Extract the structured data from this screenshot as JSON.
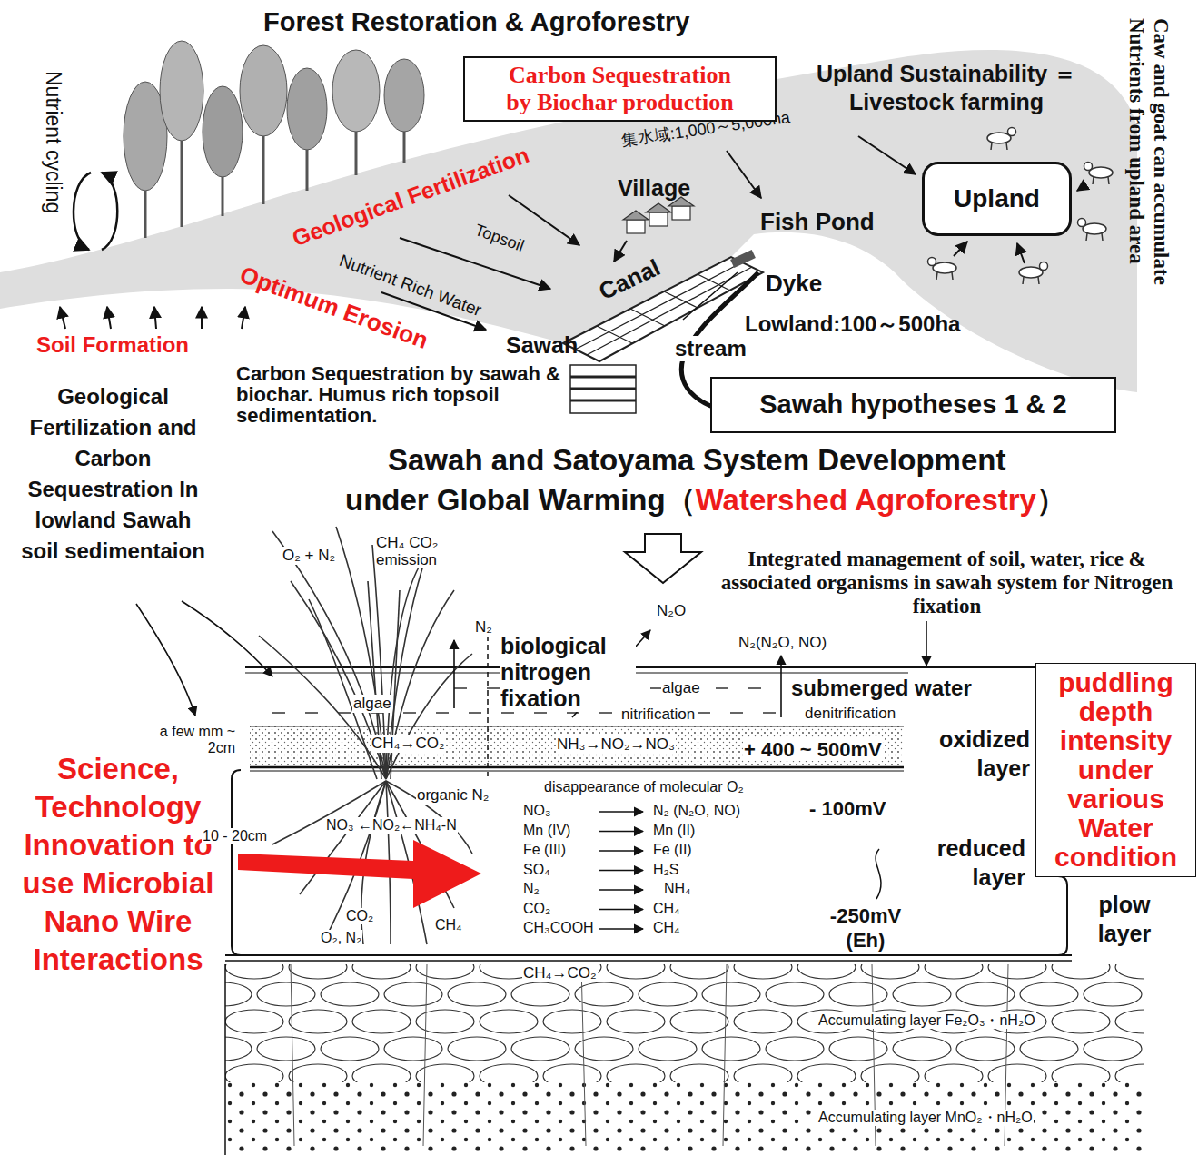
{
  "diagram": {
    "title": "Forest Restoration & Agroforestry",
    "nodes": [
      {
        "text": [
          "Carbon Sequestration by Biochar production"
        ]
      },
      {
        "text": [
          "Upland"
        ]
      },
      {
        "text": [
          "Sawah hypotheses 1 & 2"
        ]
      },
      {
        "text": [
          "puddling depth intensity under various Water condition"
        ]
      }
    ],
    "labels": [
      "Nutrient cycling",
      "Caw and goat can accumulate Nutrients from upland area",
      "Upland Sustainability ＝Livestock farming",
      "集水域:1,000～5,000ha",
      "Village",
      "Geological Fertilization",
      "Topsoil",
      "Nutrient Rich Water",
      "Optimum Erosion",
      "Canal",
      "Fish Pond",
      "Dyke",
      "Lowland:100～500ha",
      "Sawah",
      "stream",
      "Soil Formation",
      "Carbon Sequestration by sawah & biochar. Humus rich topsoil sedimentation.",
      "Geological Fertilization and Carbon Sequestration In lowland Sawah soil sedimentaion",
      "Sawah and Satoyama System Development",
      "under Global Warming（",
      "Watershed Agroforestry",
      "）",
      "O₂ + N₂",
      "CH₄ CO₂ emission",
      "N₂O",
      "N₂",
      "biological nitrogen fixation",
      "Integrated management of soil, water, rice & associated organisms in sawah system for Nitrogen fixation",
      "N₂(N₂O, NO)",
      "algae",
      "algae",
      "nitrification",
      "submerged water",
      "denitrification",
      "a few mm ~ 2cm",
      "CH₄→CO₂",
      "NH₃→NO₂→NO₃",
      "+ 400 ~ 500mV",
      "oxidized layer",
      "Science, Technology Innovation to use Microbial Nano Wire Interactions",
      "organic N₂",
      "disappearance of molecular O₂",
      "NO₃ ←NO₂←NH₄-N",
      "10 - 20cm",
      "- 100mV",
      "reduced layer",
      "-250mV (Eh)",
      "plow layer",
      "NO₃",
      "N₂ (N₂O, NO)",
      "Mn (IV)",
      "Mn (II)",
      "Fe (III)",
      "Fe (II)",
      "SO₄",
      "H₂S",
      "N₂",
      "NH₄",
      "CO₂",
      "CH₄",
      "CH₃COOH",
      "CH₄",
      "CO₂",
      "O₂, N₂",
      "CH₄",
      "CH₄→CO₂",
      "Accumulating layer Fe₂O₃・nH₂O",
      "Accumulating layer MnO₂・nH₂O"
    ]
  }
}
